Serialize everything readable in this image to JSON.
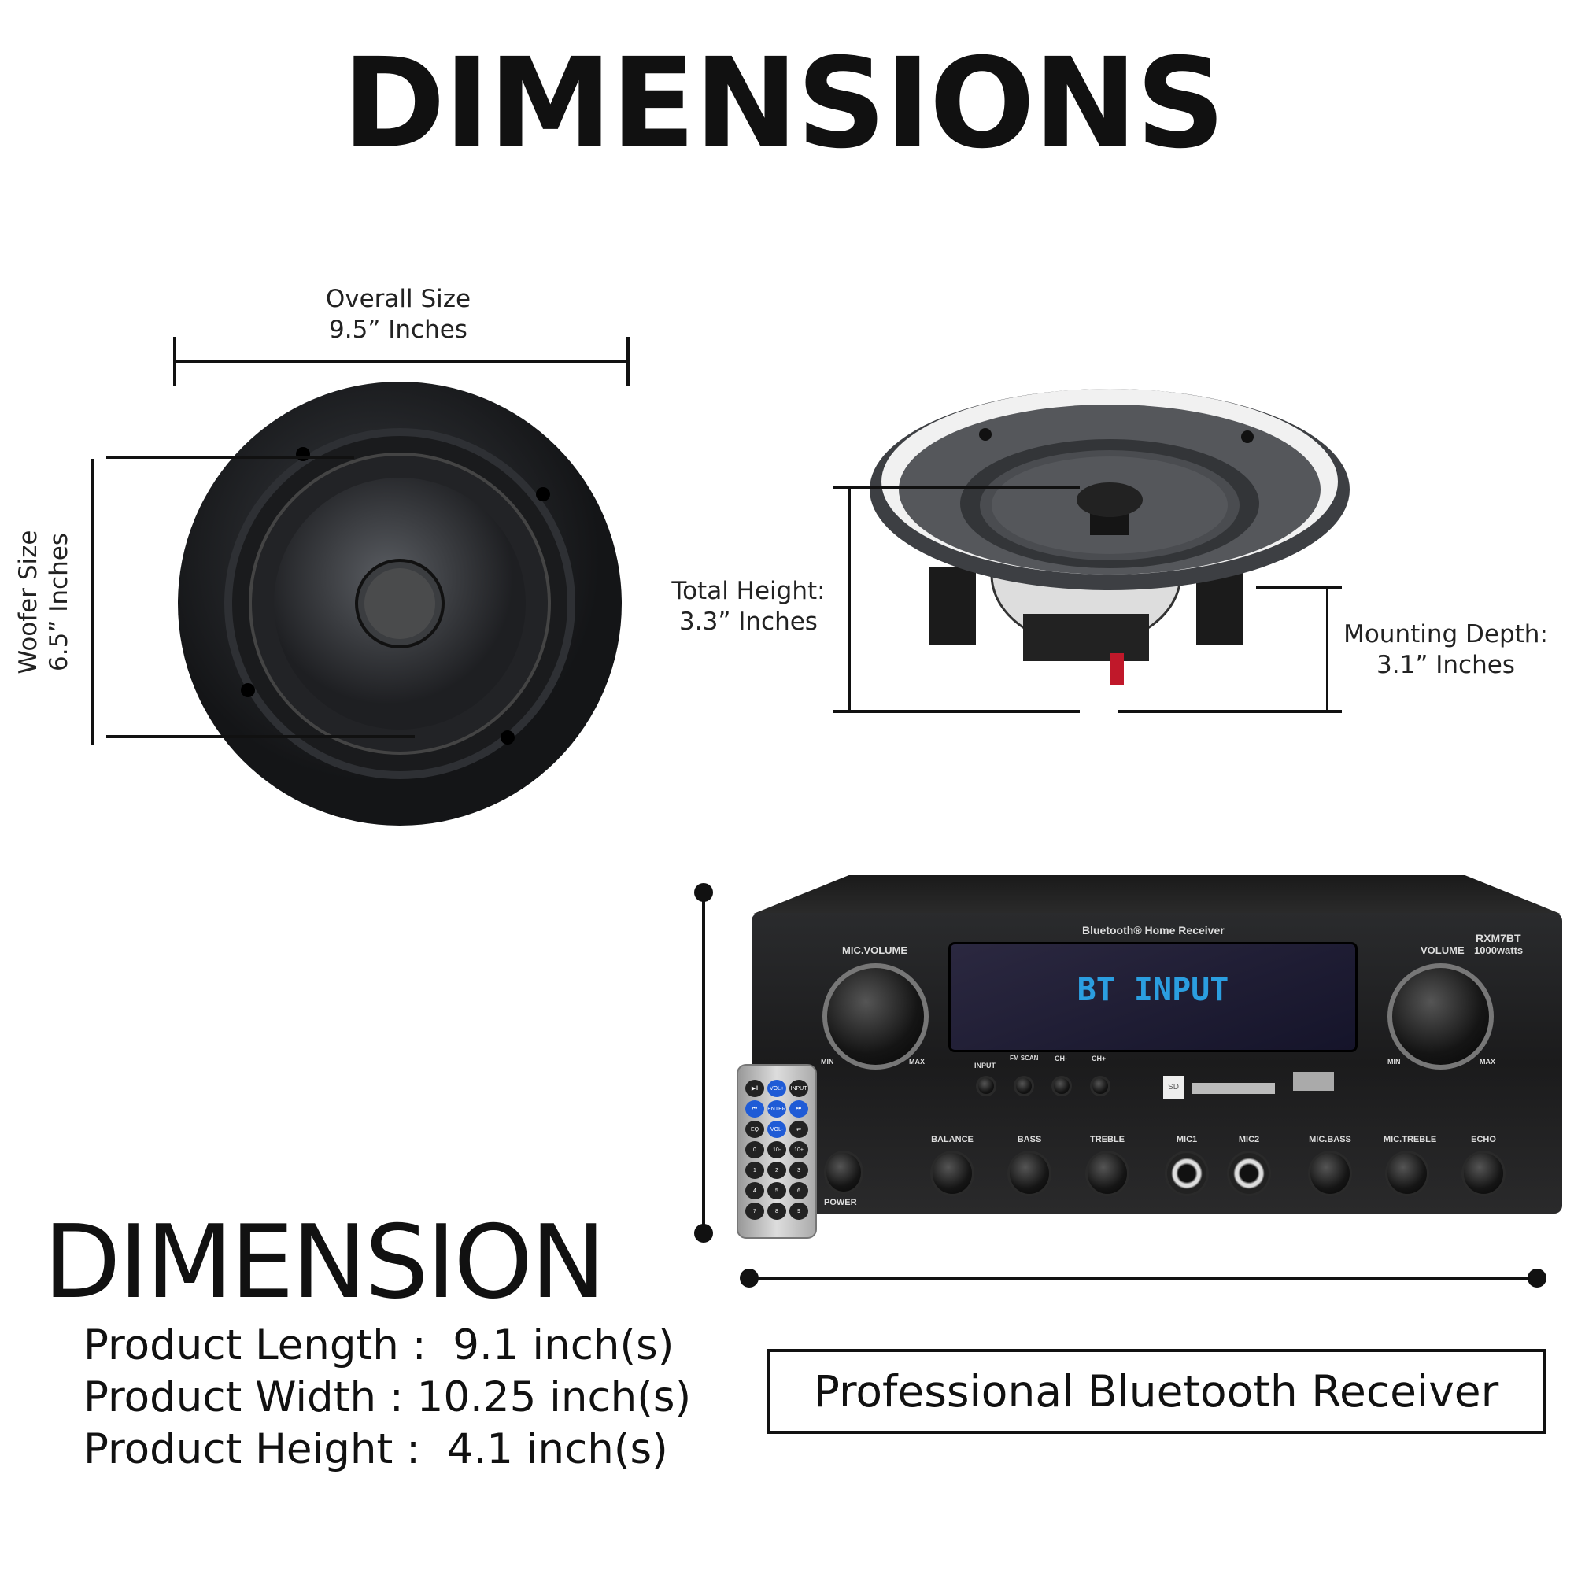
{
  "title": "DIMENSIONS",
  "speaker_top": {
    "overall_label": "Overall Size",
    "overall_value": "9.5” Inches",
    "woofer_label": "Woofer Size",
    "woofer_value": "6.5” Inches"
  },
  "speaker_side": {
    "height_label": "Total Height:",
    "height_value": "3.3” Inches",
    "depth_label": "Mounting Depth:",
    "depth_value": "3.1” Inches"
  },
  "receiver": {
    "brand": "Bluetooth® Home Receiver",
    "model": "RXM7BT",
    "power": "1000watts",
    "display": "BT INPUT",
    "mic_volume": "MIC.VOLUME",
    "volume": "VOLUME",
    "min": "MIN",
    "max": "MAX",
    "buttons": [
      "INPUT",
      "FM SCAN",
      "CH-",
      "CH+"
    ],
    "sd": "SD",
    "power_btn": "POWER",
    "controls": [
      "BALANCE",
      "BASS",
      "TREBLE",
      "MIC1",
      "MIC2",
      "MIC.BASS",
      "MIC.TREBLE",
      "ECHO"
    ],
    "remote_keys": [
      "▶‖",
      "VOL+",
      "INPUT",
      "⏮",
      "ENTER",
      "⏭",
      "EQ",
      "VOL-",
      "⇄",
      "0",
      "10-",
      "10+",
      "1",
      "2",
      "3",
      "4",
      "5",
      "6",
      "7",
      "8",
      "9"
    ]
  },
  "dimension": {
    "heading": "DIMENSION",
    "length": "Product Length :  9.1 inch(s)",
    "width": "Product Width : 10.25 inch(s)",
    "height": "Product Height :  4.1 inch(s)"
  },
  "product_name": "Professional Bluetooth Receiver"
}
